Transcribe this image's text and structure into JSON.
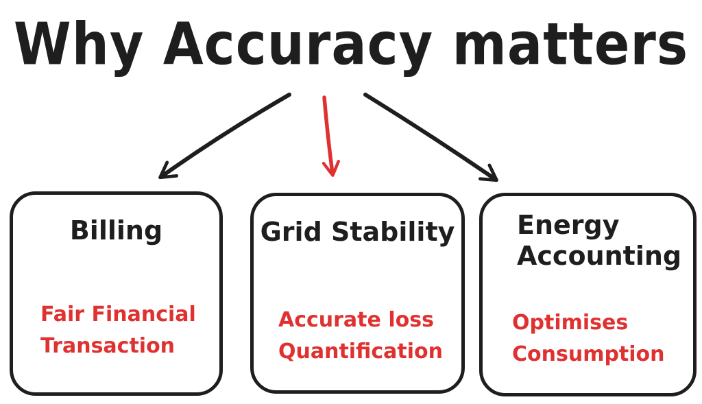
{
  "title": "Why Accuracy matters",
  "colors": {
    "ink": "#1e1e1e",
    "accent_red": "#e03131",
    "background": "#ffffff"
  },
  "arrows": {
    "to_billing_color": "#1e1e1e",
    "to_grid_stability_color": "#e03131",
    "to_energy_accounting_color": "#1e1e1e"
  },
  "cards": [
    {
      "title_lines": [
        "Billing"
      ],
      "subtitle_lines": [
        "Fair Financial",
        "Transaction"
      ]
    },
    {
      "title_lines": [
        "Grid Stability"
      ],
      "subtitle_lines": [
        "Accurate loss",
        "Quantification"
      ]
    },
    {
      "title_lines": [
        "Energy",
        "Accounting"
      ],
      "subtitle_lines": [
        "Optimises",
        "Consumption"
      ]
    }
  ]
}
